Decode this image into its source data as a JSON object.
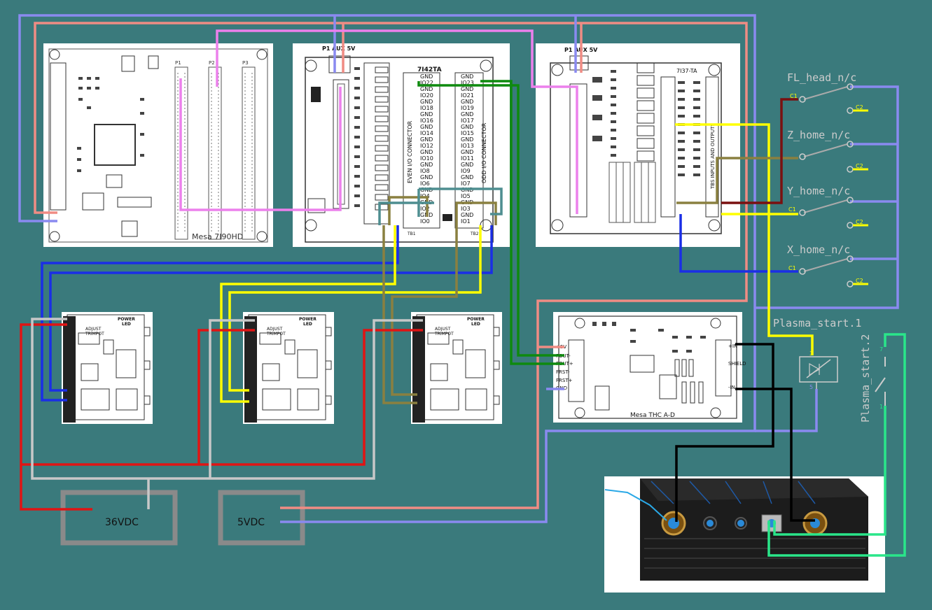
{
  "boards": {
    "b7i90": {
      "top_labels": [
        "P1",
        "P2",
        "P3"
      ],
      "logo": "Mesa 7I90HD"
    },
    "b7i42": {
      "header": "P1  AUX 5V",
      "logo": "7I42TA",
      "even_label": "EVEN I/O CONNECTOR",
      "odd_label": "ODD I/O CONNECTOR",
      "tb1": "TB1",
      "tb2": "TB2",
      "even_pins": [
        "GND",
        "IO22",
        "GND",
        "IO20",
        "GND",
        "IO18",
        "GND",
        "IO16",
        "GND",
        "IO14",
        "GND",
        "IO12",
        "GND",
        "IO10",
        "GND",
        "IO8",
        "GND",
        "IO6",
        "GND",
        "IO4",
        "GND",
        "IO2",
        "GND",
        "IO0"
      ],
      "odd_pins": [
        "GND",
        "IO23",
        "GND",
        "IO21",
        "GND",
        "IO19",
        "GND",
        "IO17",
        "GND",
        "IO15",
        "GND",
        "IO13",
        "GND",
        "IO11",
        "GND",
        "IO9",
        "GND",
        "IO7",
        "GND",
        "IO5",
        "GND",
        "IO3",
        "GND",
        "IO1"
      ]
    },
    "b7i37": {
      "header": "P1  AUX 5V",
      "title": "7I37-TA",
      "col_label": "TBS INPUTS AND OUTPUTS"
    },
    "thc": {
      "pins": [
        "+5V",
        "FOUT-",
        "FOUT+",
        "FRST-",
        "FRST+",
        "GND"
      ],
      "logo": "Mesa THC A-D",
      "right_pins": [
        "+IN",
        "SHIELD",
        "-IN"
      ]
    },
    "drivers": [
      {
        "power": "POWER",
        "led": "LED",
        "adjust": "ADJUST",
        "trimpot": "TRIMPOT"
      },
      {
        "power": "POWER",
        "led": "LED",
        "adjust": "ADJUST",
        "trimpot": "TRIMPOT"
      },
      {
        "power": "POWER",
        "led": "LED",
        "adjust": "ADJUST",
        "trimpot": "TRIMPOT"
      }
    ]
  },
  "switches": [
    {
      "label": "FL_head_n/c",
      "c1": "C1",
      "c2": "C2"
    },
    {
      "label": "Z_home_n/c",
      "c1": "C1",
      "c2": "C2"
    },
    {
      "label": "Y_home_n/c",
      "c1": "C1",
      "c2": "C2"
    },
    {
      "label": "X_home_n/c",
      "c1": "C1",
      "c2": "C2"
    }
  ],
  "relay": {
    "label": "Plasma_start.1",
    "pin_top": "3",
    "pin_bottom": "5"
  },
  "relay_contact": {
    "label": "Plasma_start.2",
    "pin_top": "7",
    "pin_bottom": "1"
  },
  "power_supplies": [
    {
      "label": "36VDC"
    },
    {
      "label": "5VDC"
    }
  ],
  "colors": {
    "background": "#3a7a7c",
    "salmon": "#f08c84",
    "lavender": "#8a8af0",
    "pink": "#ec80ec",
    "blue": "#1a2ee6",
    "yellow": "#ffff00",
    "olive": "#8a8040",
    "green": "#0e8a0e",
    "red": "#e01414",
    "grey": "#c8c8c8",
    "black": "#000000",
    "darkred": "#7a1010",
    "teal": "#3e7e80",
    "spring": "#2ae68a"
  }
}
